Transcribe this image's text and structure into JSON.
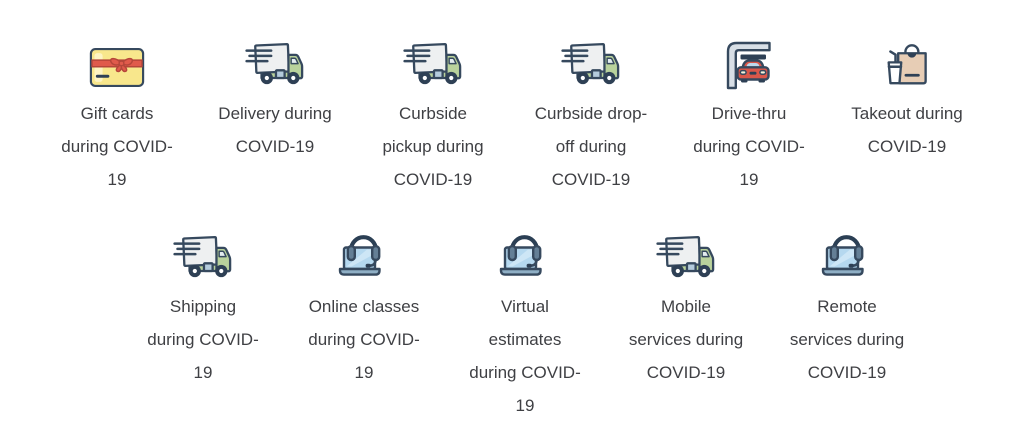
{
  "colors": {
    "text": "#3f4044",
    "outline": "#36495e",
    "navy_fill": "#2e4055",
    "white": "#ffffff",
    "card_yellow": "#f8e78c",
    "card_yellow_light": "#fdf4c3",
    "ribbon_red": "#e05a4b",
    "ribbon_red_dark": "#b5463a",
    "truck_box": "#eef0f1",
    "truck_green": "#b9d29c",
    "glass_blue": "#bcd9ec",
    "glass_lite": "#e3ecef",
    "parcel_blue": "#b4cbdc",
    "arch_gray": "#d8dfe6",
    "car_red": "#da574a",
    "headlight": "#f7f3da",
    "bag_tan": "#e7cdb5",
    "screen_blue": "#b5d8ef",
    "screen_hl": "#cde6f6",
    "laptop_base": "#8fafc5",
    "earcup_blue": "#647f96",
    "headset_navy": "#2b3f54"
  },
  "rows": [
    {
      "items": [
        {
          "icon": "gift-card-icon",
          "label": "Gift cards\nduring COVID-\n19"
        },
        {
          "icon": "delivery-truck-icon",
          "label": "Delivery during\nCOVID-19"
        },
        {
          "icon": "delivery-truck-icon",
          "label": "Curbside\npickup during\nCOVID-19"
        },
        {
          "icon": "delivery-truck-icon",
          "label": "Curbside drop-\noff during\nCOVID-19"
        },
        {
          "icon": "drive-thru-icon",
          "label": "Drive-thru\nduring COVID-\n19"
        },
        {
          "icon": "takeout-bag-icon",
          "label": "Takeout during\nCOVID-19"
        }
      ]
    },
    {
      "items": [
        {
          "icon": "delivery-truck-icon",
          "label": "Shipping\nduring COVID-\n19"
        },
        {
          "icon": "laptop-headset-icon",
          "label": "Online classes\nduring COVID-\n19"
        },
        {
          "icon": "laptop-headset-icon",
          "label": "Virtual\nestimates\nduring COVID-\n19"
        },
        {
          "icon": "delivery-truck-icon",
          "label": "Mobile\nservices during\nCOVID-19"
        },
        {
          "icon": "laptop-headset-icon",
          "label": "Remote\nservices during\nCOVID-19"
        }
      ]
    }
  ]
}
